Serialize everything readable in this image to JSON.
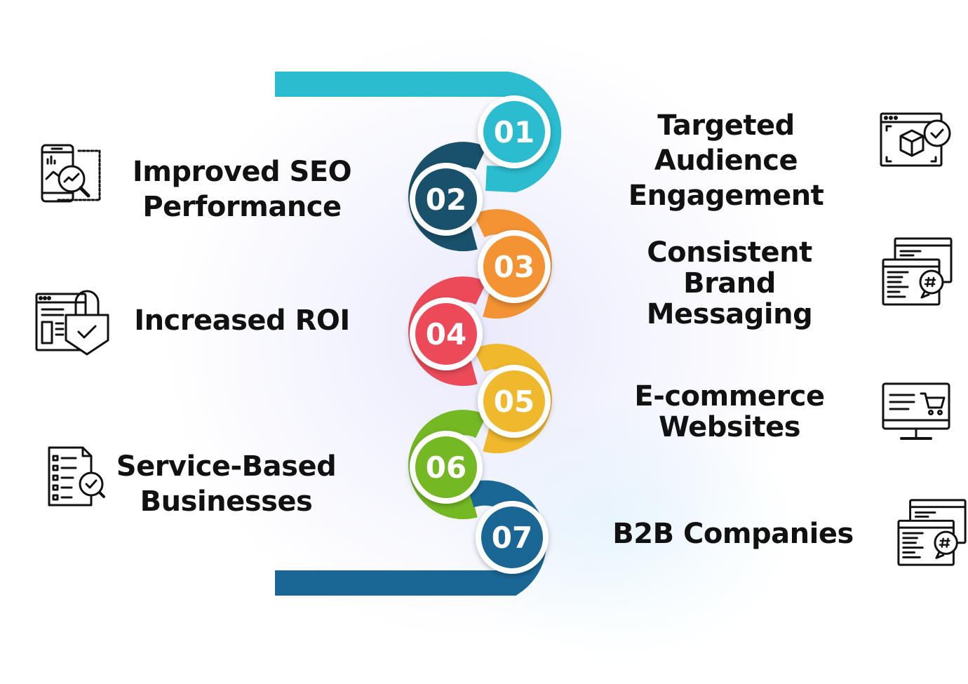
{
  "steps": [
    {
      "num": "01",
      "color": "#2bbcd0",
      "lines": [
        "Targeted Audience",
        "Engagement"
      ],
      "icon": "3d-box-check-icon"
    },
    {
      "num": "02",
      "color": "#19506b",
      "lines": [
        "Improved SEO",
        "Performance"
      ],
      "icon": "mobile-analytics-magnifier-icon"
    },
    {
      "num": "03",
      "color": "#f39333",
      "lines": [
        "Consistent Brand",
        "Messaging"
      ],
      "icon": "code-window-hashtag-icon"
    },
    {
      "num": "04",
      "color": "#ec4a58",
      "lines": [
        "Increased ROI"
      ],
      "icon": "webpage-padlock-check-icon"
    },
    {
      "num": "05",
      "color": "#f0b82c",
      "lines": [
        "E-commerce",
        "Websites"
      ],
      "icon": "monitor-shopping-cart-icon"
    },
    {
      "num": "06",
      "color": "#74b823",
      "lines": [
        "Service-Based",
        "Businesses"
      ],
      "icon": "checklist-document-icon"
    },
    {
      "num": "07",
      "color": "#1a6796",
      "lines": [
        "B2B Companies"
      ],
      "icon": "code-window-hashtag-icon"
    }
  ]
}
